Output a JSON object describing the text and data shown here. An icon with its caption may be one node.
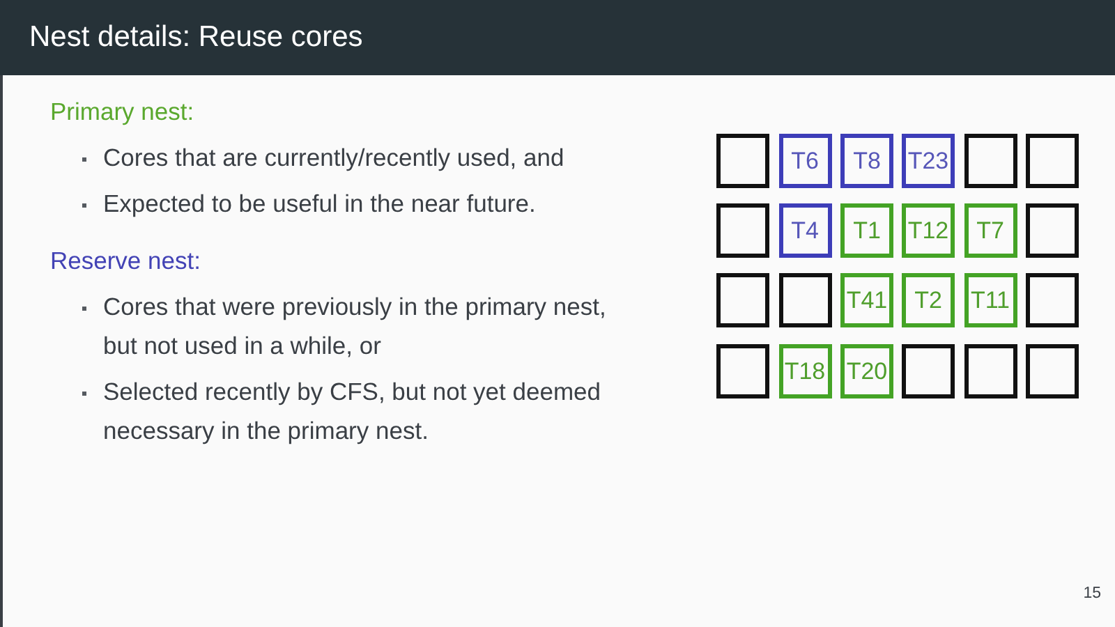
{
  "diagram": {
    "title": "Nest details: Reuse cores",
    "nodes": [
      {
        "text": [],
        "shape": "box"
      },
      {
        "text": [
          "T6"
        ]
      },
      {
        "text": [
          "T8"
        ]
      },
      {
        "text": [
          "T23"
        ]
      },
      {
        "text": [],
        "shape": "box"
      },
      {
        "text": [],
        "shape": "box"
      },
      {
        "text": [],
        "shape": "box"
      },
      {
        "text": [
          "T4"
        ]
      },
      {
        "text": [
          "T1"
        ]
      },
      {
        "text": [
          "T12"
        ]
      },
      {
        "text": [
          "T7"
        ]
      },
      {
        "text": [],
        "shape": "box"
      },
      {
        "text": [],
        "shape": "box"
      },
      {
        "text": [],
        "shape": "box"
      },
      {
        "text": [
          "T41"
        ]
      },
      {
        "text": [
          "T2"
        ]
      },
      {
        "text": [
          "T11"
        ]
      },
      {
        "text": [],
        "shape": "box"
      },
      {
        "text": [],
        "shape": "box"
      },
      {
        "text": [
          "T18"
        ]
      },
      {
        "text": [
          "T20"
        ]
      },
      {
        "text": [],
        "shape": "box"
      },
      {
        "text": [],
        "shape": "box"
      },
      {
        "text": [],
        "shape": "box"
      }
    ],
    "labels": [
      "Primary nest:",
      "Cores that are currently/recently used, and",
      "Expected to be useful in the near future.",
      "Reserve nest:",
      "Cores that were previously in the primary nest, but not used in a while, or",
      "Selected recently by CFS, but not yet deemed necessary in the primary nest.",
      "15"
    ]
  }
}
